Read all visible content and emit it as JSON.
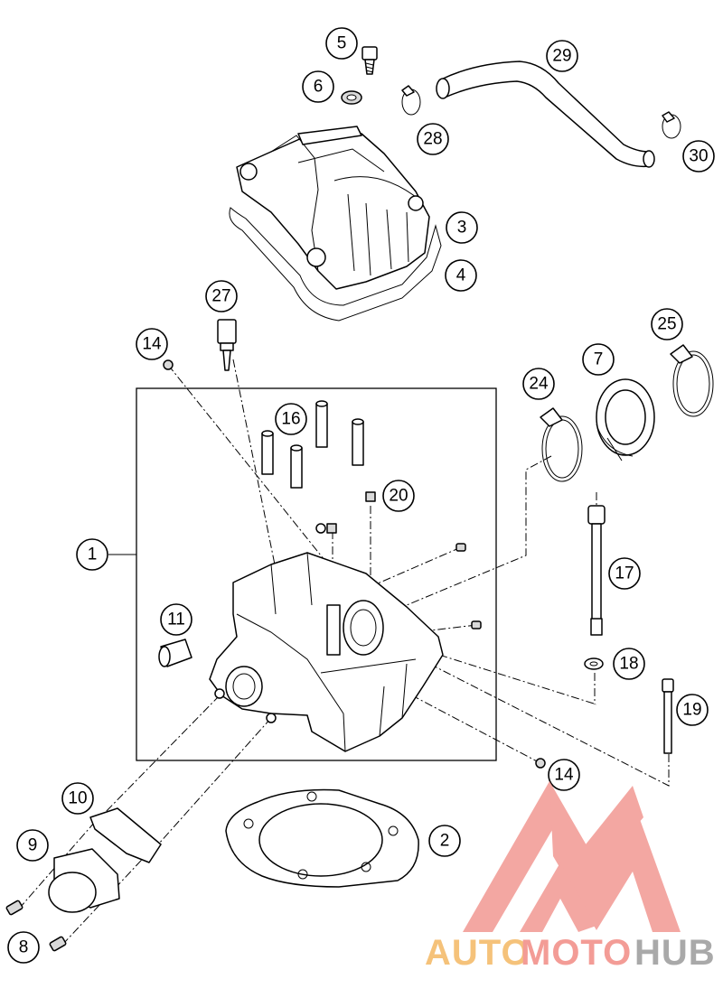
{
  "callouts": [
    "1",
    "2",
    "3",
    "4",
    "5",
    "6",
    "7",
    "8",
    "9",
    "10",
    "11",
    "14",
    "14",
    "16",
    "17",
    "18",
    "19",
    "20",
    "24",
    "25",
    "27",
    "28",
    "29",
    "30"
  ],
  "watermark": {
    "part1": "AUTO",
    "part2": "MOTO",
    "part3": "HUB"
  },
  "colors": {
    "watermark_orange": "#f5c27a",
    "watermark_red": "#f39c96",
    "watermark_grey": "#a9a9a9",
    "logo_red": "#f08a84"
  }
}
